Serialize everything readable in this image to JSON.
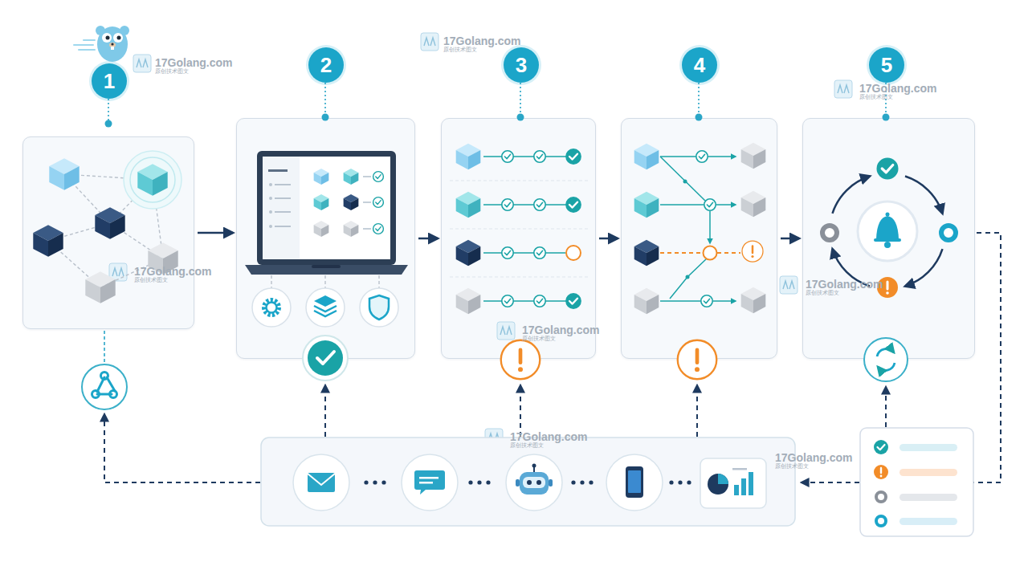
{
  "diagram": {
    "nodes": [
      {
        "text": [
          "1"
        ]
      },
      {
        "text": [
          "2"
        ]
      },
      {
        "text": [
          "3"
        ]
      },
      {
        "text": [
          "4"
        ]
      },
      {
        "text": [
          "5"
        ]
      }
    ],
    "edges": [
      {
        "from": 0,
        "to": 1,
        "arrow": "to"
      },
      {
        "from": 1,
        "to": 2,
        "arrow": "to"
      },
      {
        "from": 2,
        "to": 3,
        "arrow": "to"
      },
      {
        "from": 3,
        "to": 4,
        "arrow": "to"
      }
    ],
    "labels": [
      "17Golang.com",
      "原创技术图文",
      "17Golang.com",
      "原创技术图文",
      "17Golang.com",
      "原创技术图文",
      "17Golang.com",
      "原创技术图文",
      "17Golang.com",
      "原创技术图文",
      "17Golang.com",
      "原创技术图文",
      "17Golang.com",
      "原创技术图文",
      "17Golang.com",
      "原创技术图文"
    ]
  }
}
